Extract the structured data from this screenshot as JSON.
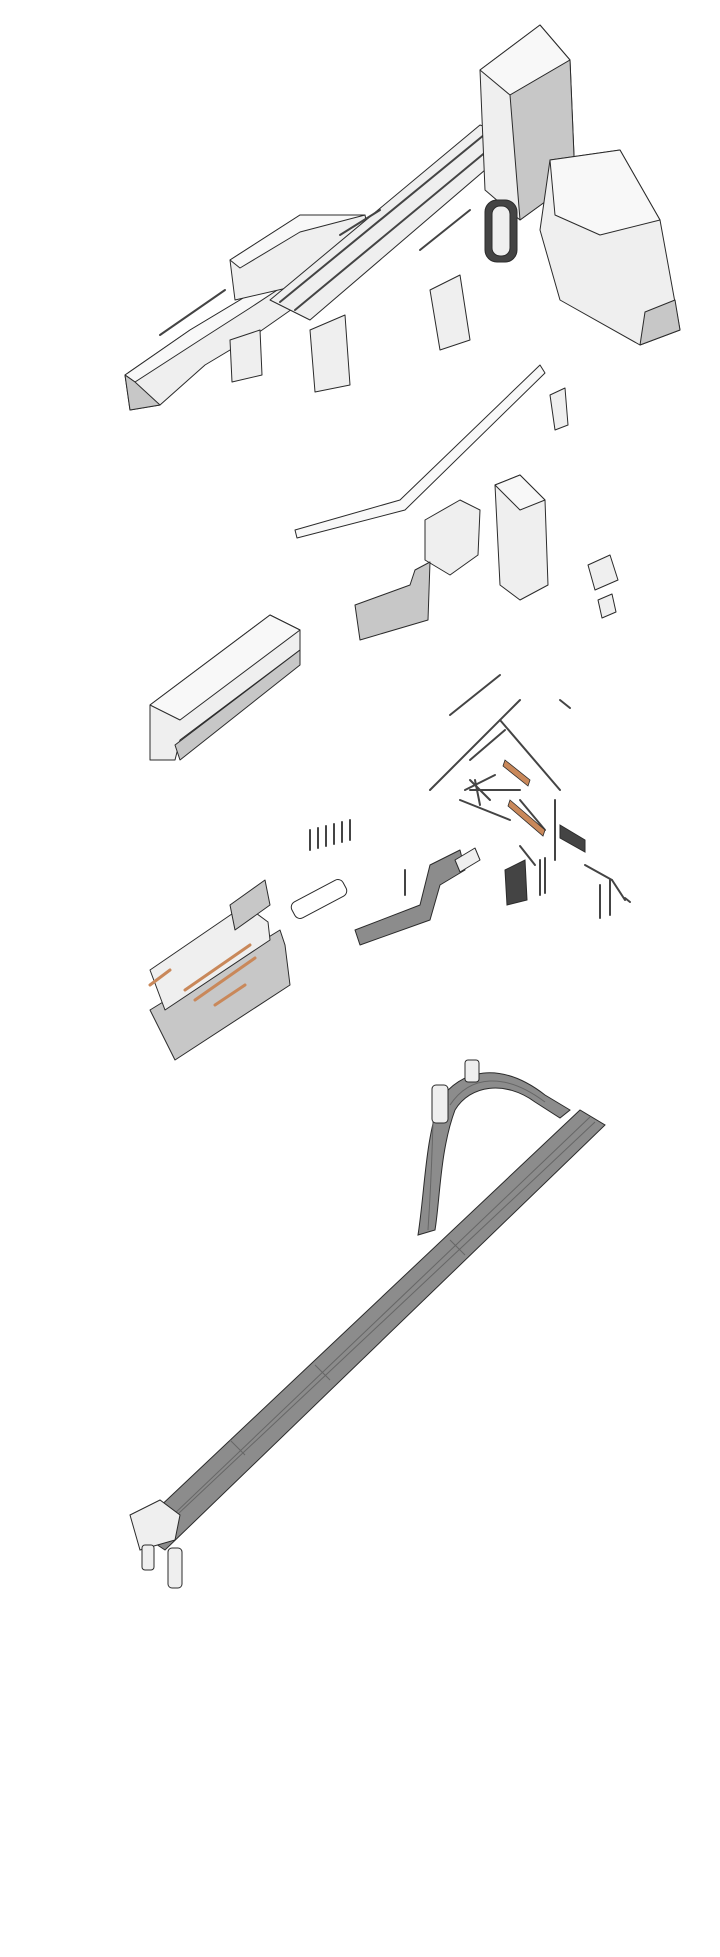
{
  "palette": {
    "background": "#ffffff",
    "block_fill": "#efefef",
    "block_top": "#f8f8f8",
    "block_shadow": "#c7c7c7",
    "outline": "#2b2b2b",
    "dark_detail": "#444444",
    "accent_orange": "#c9885a",
    "track_fill": "#8c8c8c",
    "track_dark": "#666666"
  },
  "figure": {
    "type": "exploded-axonometric-architecture-diagram",
    "layers": [
      {
        "id": "assembled-building",
        "description_visible": false
      },
      {
        "id": "roof-ribbon-and-upper-volumes",
        "description_visible": false
      },
      {
        "id": "mid-level-volumes",
        "description_visible": false
      },
      {
        "id": "structural-frame-elements",
        "description_visible": false
      },
      {
        "id": "ground-floor-slabs",
        "description_visible": false
      },
      {
        "id": "curved-track-base",
        "description_visible": false
      }
    ]
  }
}
